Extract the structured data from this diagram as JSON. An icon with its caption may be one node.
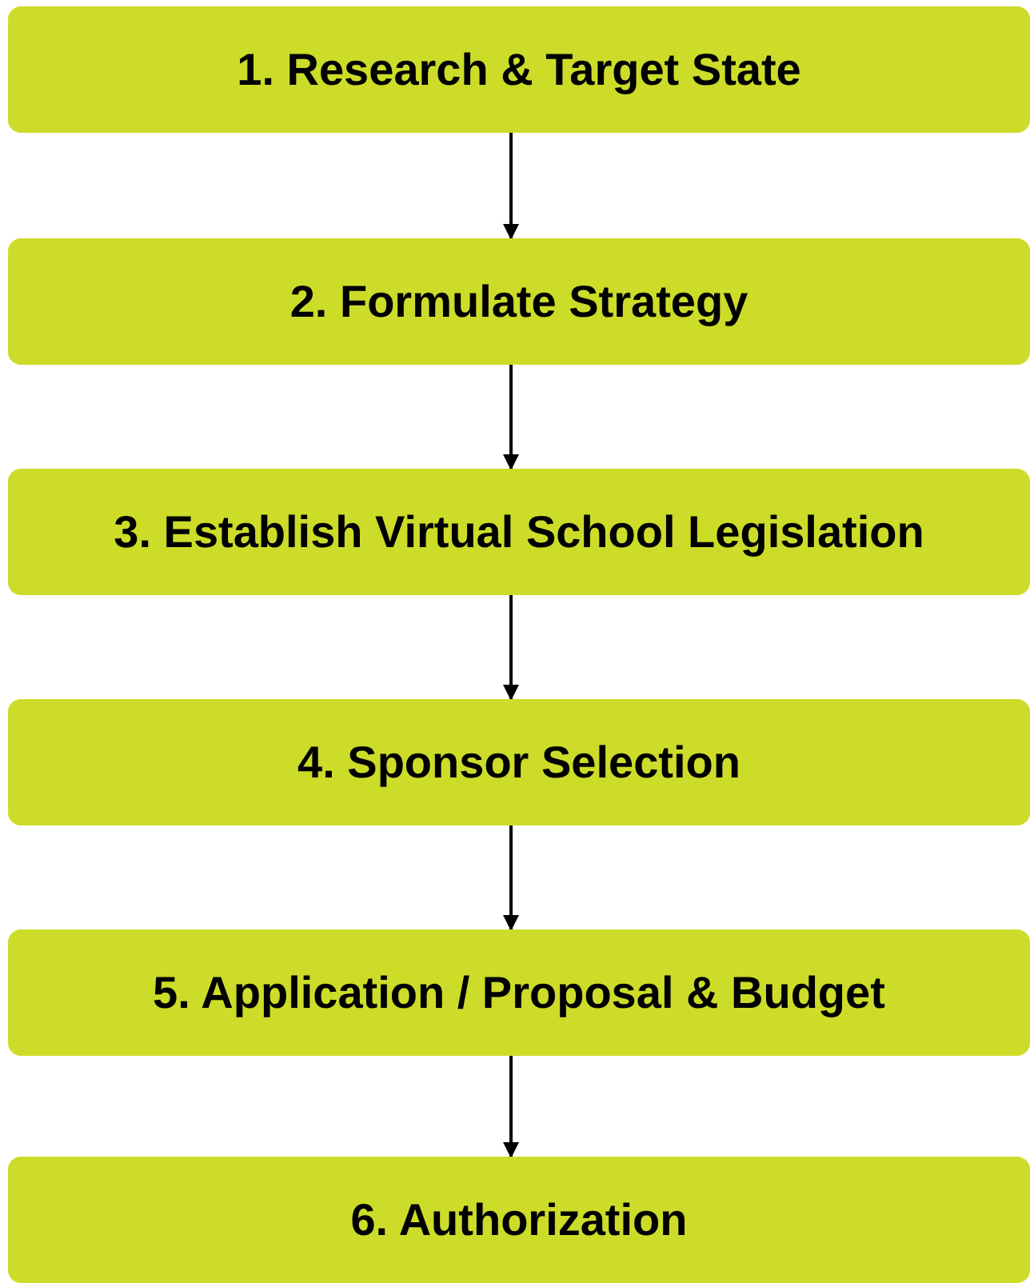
{
  "diagram": {
    "nodes": [
      {
        "text": [
          "1. Research & Target State"
        ]
      },
      {
        "text": [
          "2. Formulate Strategy"
        ]
      },
      {
        "text": [
          "3. Establish Virtual School Legislation"
        ]
      },
      {
        "text": [
          "4. Sponsor Selection"
        ]
      },
      {
        "text": [
          "5. Application / Proposal & Budget"
        ]
      },
      {
        "text": [
          "6. Authorization"
        ]
      }
    ],
    "edges": [
      {
        "from": 0,
        "to": 1,
        "arrow": "to"
      },
      {
        "from": 1,
        "to": 2,
        "arrow": "to"
      },
      {
        "from": 2,
        "to": 3,
        "arrow": "to"
      },
      {
        "from": 3,
        "to": 4,
        "arrow": "to"
      },
      {
        "from": 4,
        "to": 5,
        "arrow": "to"
      }
    ]
  }
}
